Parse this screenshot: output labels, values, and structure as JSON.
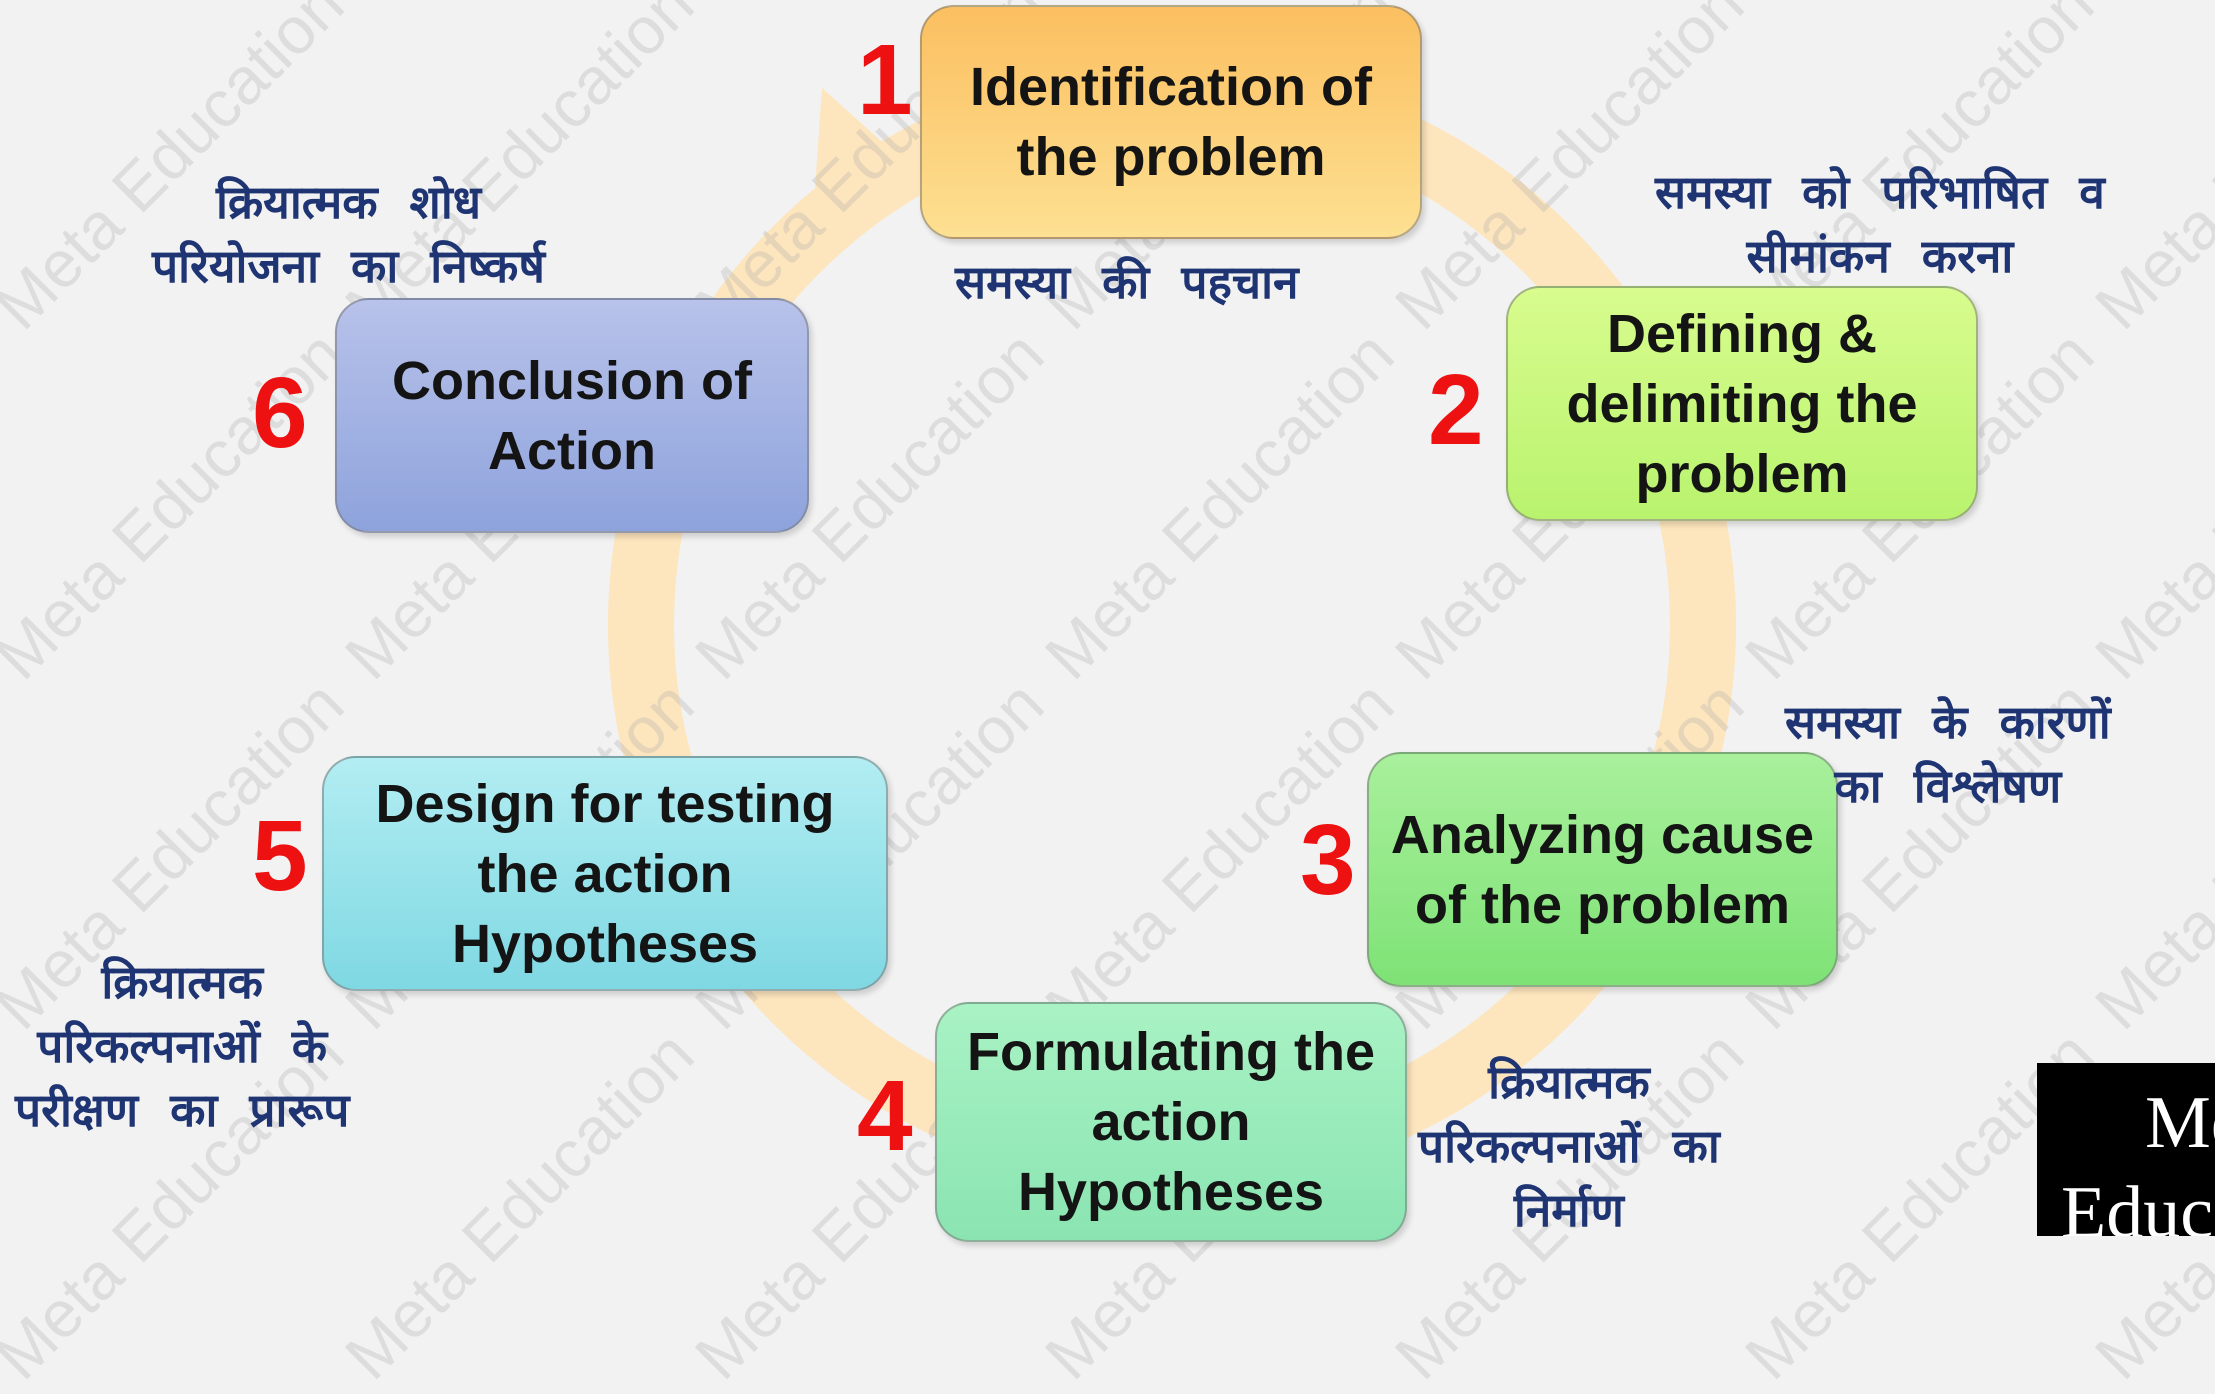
{
  "steps": [
    {
      "number": "1",
      "english": "Identification of the problem",
      "hindi": "समस्या की पहचान"
    },
    {
      "number": "2",
      "english": "Defining & delimiting the problem",
      "hindi": "समस्या को परिभाषित व\nसीमांकन करना"
    },
    {
      "number": "3",
      "english": "Analyzing cause of the problem",
      "hindi": "समस्या के कारणों\nका विश्लेषण"
    },
    {
      "number": "4",
      "english": "Formulating the action Hypotheses",
      "hindi": "क्रियात्मक\nपरिकल्पनाओं का\nनिर्माण"
    },
    {
      "number": "5",
      "english": "Design for testing the action Hypotheses",
      "hindi": "क्रियात्मक\nपरिकल्पनाओं के\nपरीक्षण का प्रारूप"
    },
    {
      "number": "6",
      "english": "Conclusion of Action",
      "hindi": "क्रियात्मक शोध\nपरियोजना का निष्कर्ष"
    }
  ],
  "watermark": "Meta Education",
  "logo": {
    "line1": "Meta",
    "line2": "Education"
  },
  "colors": {
    "number": "#ee1111",
    "hindi_text": "#1f3472",
    "cycle_arrow": "#fde5bd"
  }
}
